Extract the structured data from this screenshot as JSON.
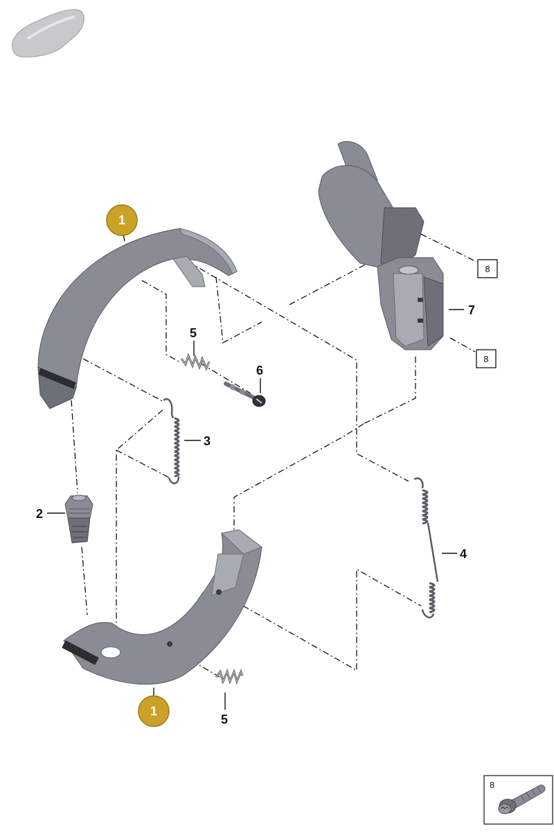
{
  "diagram": {
    "callouts": [
      {
        "id": "1",
        "label": "1",
        "style": "badge"
      },
      {
        "id": "1b",
        "label": "1",
        "style": "badge"
      },
      {
        "id": "2",
        "label": "2"
      },
      {
        "id": "3",
        "label": "3"
      },
      {
        "id": "4",
        "label": "4"
      },
      {
        "id": "5",
        "label": "5"
      },
      {
        "id": "5b",
        "label": "5"
      },
      {
        "id": "6",
        "label": "6"
      },
      {
        "id": "7",
        "label": "7"
      },
      {
        "id": "8a",
        "label": "8",
        "style": "boxed"
      },
      {
        "id": "8b",
        "label": "8",
        "style": "boxed"
      }
    ],
    "detail_box": {
      "label": "8"
    },
    "colors": {
      "badge_fill": "#c9a227",
      "badge_stroke": "#9c7d18",
      "part_gray": "#8a8c95",
      "line": "#111111"
    },
    "icons": [
      "car-silhouette-icon",
      "bolt-icon"
    ]
  }
}
